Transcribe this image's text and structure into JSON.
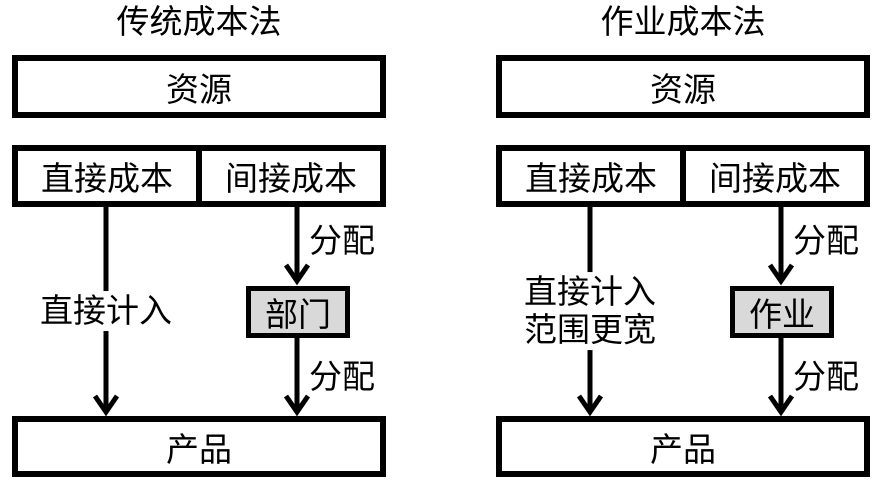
{
  "figure": {
    "background_color": "#ffffff",
    "line_color": "#000000",
    "intermediate_box_fill": "#d9d9d9"
  },
  "diagrams": [
    {
      "title": "传统成本法",
      "resource": "资源",
      "direct_cost": "直接成本",
      "indirect_cost": "间接成本",
      "direct_label_line1": "直接计入",
      "direct_label_line2": "",
      "allocate_top": "分配",
      "intermediate": "部门",
      "allocate_bottom": "分配",
      "product": "产品"
    },
    {
      "title": "作业成本法",
      "resource": "资源",
      "direct_cost": "直接成本",
      "indirect_cost": "间接成本",
      "direct_label_line1": "直接计入",
      "direct_label_line2": "范围更宽",
      "allocate_top": "分配",
      "intermediate": "作业",
      "allocate_bottom": "分配",
      "product": "产品"
    }
  ]
}
